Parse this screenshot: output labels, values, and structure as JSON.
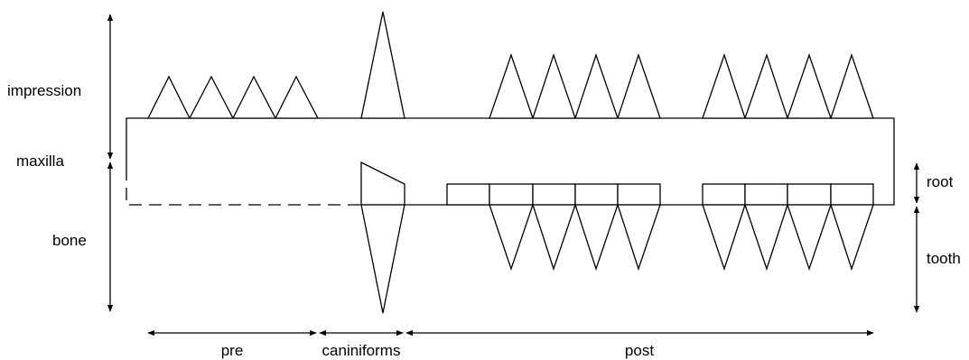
{
  "labels": {
    "impression": "impression",
    "maxilla": "maxilla",
    "bone": "bone",
    "root": "root",
    "tooth": "tooth",
    "pre": "pre",
    "caniniforms": "caniniforms",
    "post": "post"
  },
  "colors": {
    "line": "#000000",
    "background": "#ffffff"
  }
}
